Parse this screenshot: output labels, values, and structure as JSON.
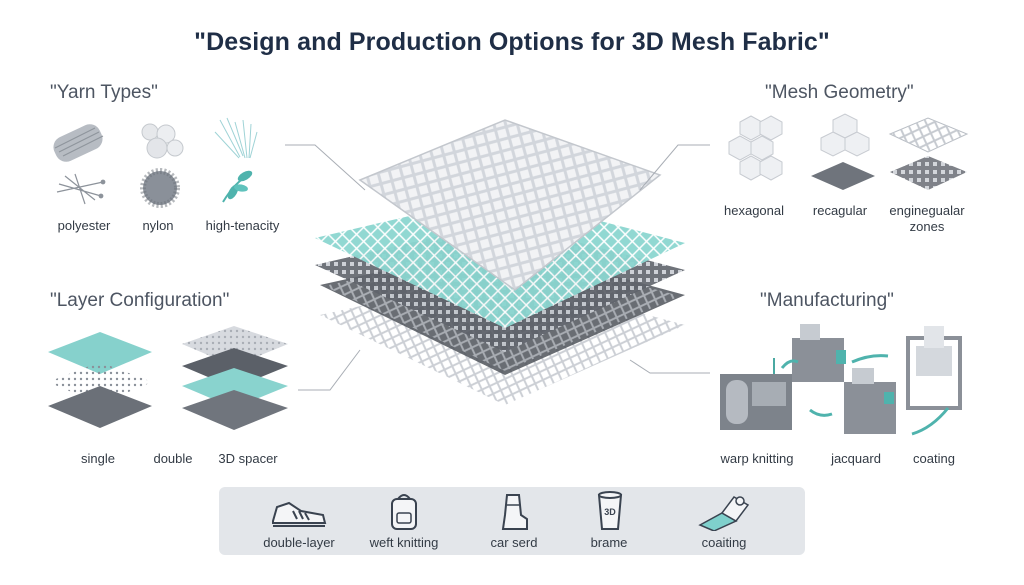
{
  "title": "\"Design and Production Options for 3D Mesh Fabric\"",
  "sections": {
    "yarn_types": {
      "title": "\"Yarn Types\"",
      "labels": [
        "polyester",
        "nylon",
        "high-tenacity"
      ]
    },
    "mesh_geometry": {
      "title": "\"Mesh Geometry\"",
      "labels": [
        "hexagonal",
        "recagular",
        "enginegualar zones"
      ]
    },
    "layer_configuration": {
      "title": "\"Layer Configuration\"",
      "labels": [
        "single",
        "double",
        "3D spacer"
      ]
    },
    "manufacturing": {
      "title": "\"Manufacturing\"",
      "labels": [
        "warp knitting",
        "jacquard",
        "coating"
      ]
    }
  },
  "applications": [
    {
      "label": "double-layer",
      "icon": "shoe-icon"
    },
    {
      "label": "weft knitting",
      "icon": "backpack-icon"
    },
    {
      "label": "car serd",
      "icon": "car-seat-icon"
    },
    {
      "label": "brame",
      "icon": "3d-cup-icon"
    },
    {
      "label": "coaiting",
      "icon": "coating-roll-icon"
    }
  ],
  "colors": {
    "title": "#1f2e46",
    "teal": "#7fd0cc",
    "dark_gray": "#5b5f66",
    "light_gray": "#e3e6ea"
  }
}
